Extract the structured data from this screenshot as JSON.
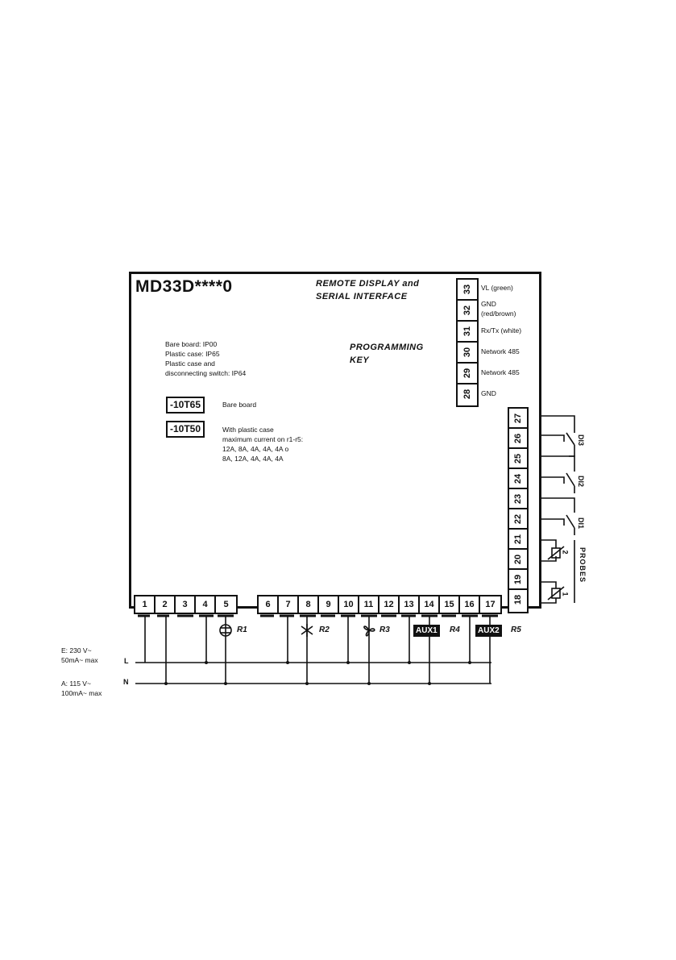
{
  "model": "MD33D****0",
  "remote_display": {
    "line1": "REMOTE DISPLAY and",
    "line2": "SERIAL INTERFACE"
  },
  "programming_key": {
    "line1": "PROGRAMMING",
    "line2": "KEY"
  },
  "protection": [
    "Bare board: IP00",
    "Plastic case: IP65",
    "Plastic case and",
    "disconnecting switch: IP64"
  ],
  "variants": [
    {
      "code": "-10T65",
      "desc": [
        "Bare board"
      ]
    },
    {
      "code": "-10T50",
      "desc": [
        "With plastic case",
        "maximum current on r1-r5:",
        "12A, 8A, 4A, 4A, 4A o",
        "8A, 12A, 4A, 4A, 4A"
      ]
    }
  ],
  "serial_terminals": [
    {
      "num": "33",
      "label": "VL (green)"
    },
    {
      "num": "32",
      "label": "GND (red/brown)"
    },
    {
      "num": "31",
      "label": "Rx/Tx (white)"
    },
    {
      "num": "30",
      "label": "Network 485"
    },
    {
      "num": "29",
      "label": "Network 485"
    },
    {
      "num": "28",
      "label": "GND"
    }
  ],
  "bottom_terminals_left": [
    "1",
    "2",
    "3",
    "4",
    "5"
  ],
  "bottom_terminals_right": [
    "6",
    "7",
    "8",
    "9",
    "10",
    "11",
    "12",
    "13",
    "14",
    "15",
    "16",
    "17"
  ],
  "side_terminals": [
    "27",
    "26",
    "25",
    "24",
    "23",
    "22",
    "21",
    "20",
    "19",
    "18"
  ],
  "relays": {
    "r1": "R1",
    "r2": "R2",
    "r3": "R3",
    "aux1": "AUX1",
    "r4": "R4",
    "aux2": "AUX2",
    "r5": "R5"
  },
  "inputs": {
    "di3": "DI3",
    "di2": "DI2",
    "di1": "DI1",
    "p2": "2",
    "p1": "1",
    "probes": "PROBES"
  },
  "power": {
    "e_line1": "E: 230 V~",
    "e_line2": "50mA~ max",
    "a_line1": "A: 115 V~",
    "a_line2": "100mA~ max",
    "l": "L",
    "n": "N"
  }
}
